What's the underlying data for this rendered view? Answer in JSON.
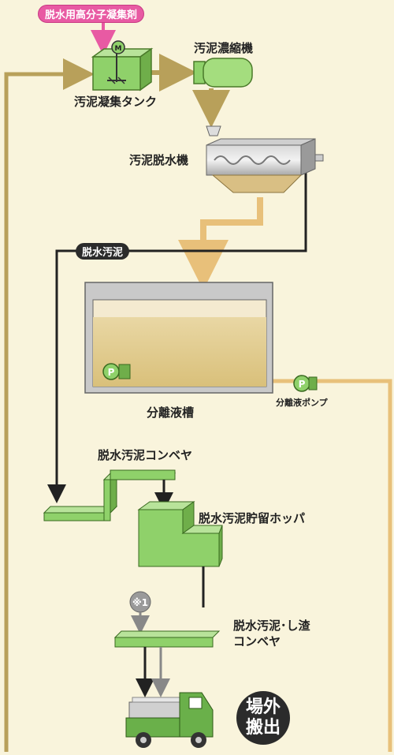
{
  "labels": {
    "flocculant": "脱水用高分子凝集剤",
    "flocculation_tank": "汚泥凝集タンク",
    "thickener": "汚泥濃縮機",
    "dewaterer": "汚泥脱水機",
    "dewatered_sludge_tag": "脱水汚泥",
    "separation_tank": "分離液槽",
    "separation_pump": "分離液ポンプ",
    "conveyor": "脱水汚泥コンベヤ",
    "hopper": "脱水汚泥貯留ホッパ",
    "conveyor2_line1": "脱水汚泥･し渣",
    "conveyor2_line2": "コンベヤ",
    "note_mark": "※1",
    "offsite_line1": "場外",
    "offsite_line2": "搬出",
    "pump_mark": "P",
    "motor_mark": "M"
  },
  "colors": {
    "background": "#f9f4dc",
    "sludge_flow": "#b8a05a",
    "dewatered_flow": "#222222",
    "filtrate_flow": "#e8c07a",
    "equipment_green": "#8fd16a",
    "flocculant_pink": "#e85aa3",
    "badge_dark": "#2b2b2b"
  }
}
